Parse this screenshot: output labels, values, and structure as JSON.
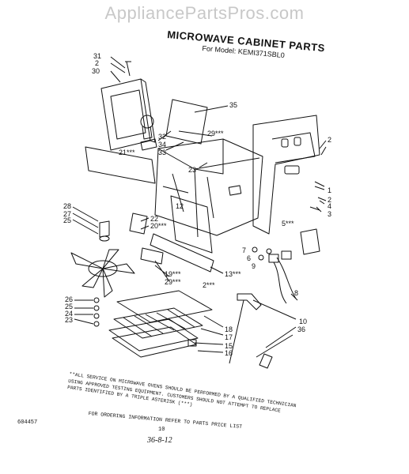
{
  "watermark": "AppliancePartsPros.com",
  "title": "MICROWAVE CABINET PARTS",
  "subtitle": "For Model: KEMI371SBL0",
  "note_lines": [
    "**ALL SERVICE ON MICROWAVE OVENS SHOULD BE PERFORMED BY A QUALIFIED TECHNICIAN",
    "USING APPROVED TESTING EQUIPMENT. CUSTOMERS SHOULD NOT ATTEMPT TO REPLACE",
    "PARTS IDENTIFIED BY A TRIPLE ASTERISK (***)"
  ],
  "ordering_note": "FOR ORDERING INFORMATION REFER TO PARTS PRICE LIST",
  "doc_number": "604457",
  "page_number": "10",
  "handwritten_code": "36-8-12",
  "callouts": [
    {
      "text": "31"
    },
    {
      "text": "2"
    },
    {
      "text": "30"
    },
    {
      "text": "35"
    },
    {
      "text": "29***"
    },
    {
      "text": "32"
    },
    {
      "text": "34"
    },
    {
      "text": "33"
    },
    {
      "text": "21***"
    },
    {
      "text": "23"
    },
    {
      "text": "2"
    },
    {
      "text": "1"
    },
    {
      "text": "2"
    },
    {
      "text": "4"
    },
    {
      "text": "3"
    },
    {
      "text": "12"
    },
    {
      "text": "5***"
    },
    {
      "text": "28"
    },
    {
      "text": "27"
    },
    {
      "text": "25"
    },
    {
      "text": "22"
    },
    {
      "text": "20***"
    },
    {
      "text": "7"
    },
    {
      "text": "6"
    },
    {
      "text": "9"
    },
    {
      "text": "13***"
    },
    {
      "text": "19***"
    },
    {
      "text": "29***"
    },
    {
      "text": "2***"
    },
    {
      "text": "26"
    },
    {
      "text": "25"
    },
    {
      "text": "24"
    },
    {
      "text": "23"
    },
    {
      "text": "8"
    },
    {
      "text": "10"
    },
    {
      "text": "36"
    },
    {
      "text": "18"
    },
    {
      "text": "17"
    },
    {
      "text": "15"
    },
    {
      "text": "16"
    }
  ]
}
